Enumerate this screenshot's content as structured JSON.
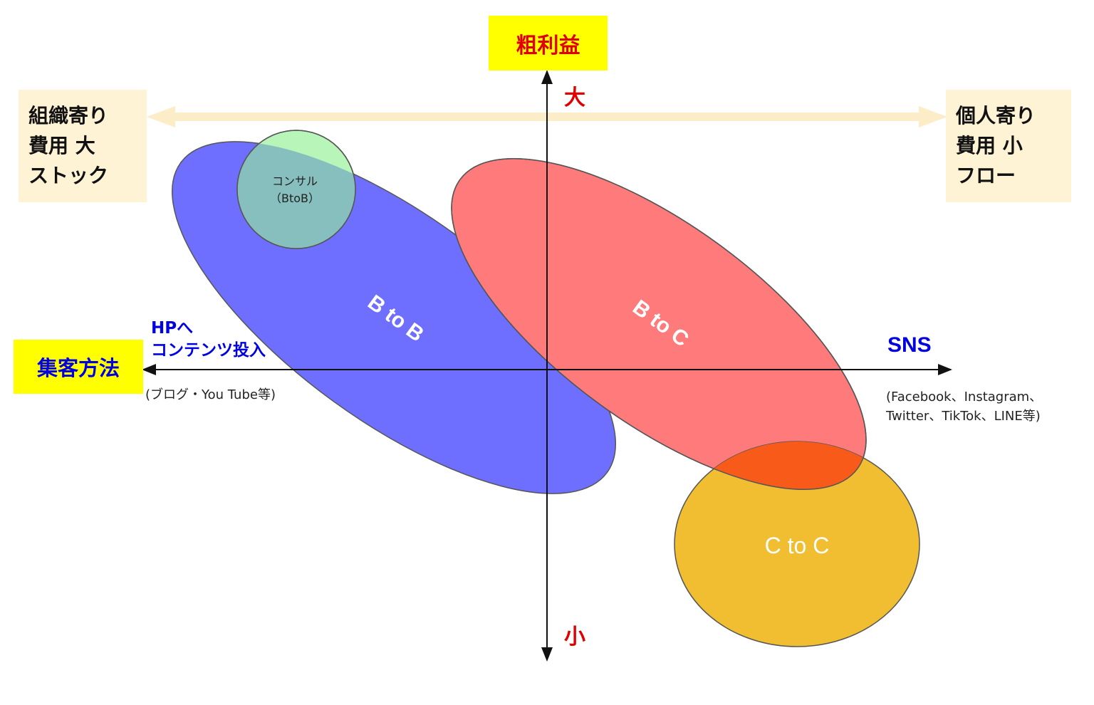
{
  "axes": {
    "y_title": "粗利益",
    "y_high": "大",
    "y_low": "小",
    "x_title": "集客方法",
    "x_left_heading": [
      "HPへ",
      "コンテンツ投入"
    ],
    "x_left_examples": "(ブログ・You Tube等)",
    "x_right_heading": "SNS",
    "x_right_examples": [
      "(Facebook、Instagram、",
      "Twitter、TikTok、LINE等)"
    ]
  },
  "spectrum": {
    "left": [
      "組織寄り",
      "費用 大",
      "ストック"
    ],
    "right": [
      "個人寄り",
      "費用 小",
      "フロー"
    ]
  },
  "groups": {
    "btob": "B to B",
    "btoc": "B to C",
    "ctoc": "C to C",
    "consulting": [
      "コンサル",
      "（BtoB）"
    ]
  },
  "colors": {
    "btob": "#6f6fff",
    "btoc": "#ff7b7b",
    "ctoc": "#f0be30",
    "consulting": "#b8f5b8",
    "label_yellow": "#ffff00",
    "label_cream": "#fff3d6",
    "red_text": "#e00000",
    "blue_text": "#0000e0"
  }
}
